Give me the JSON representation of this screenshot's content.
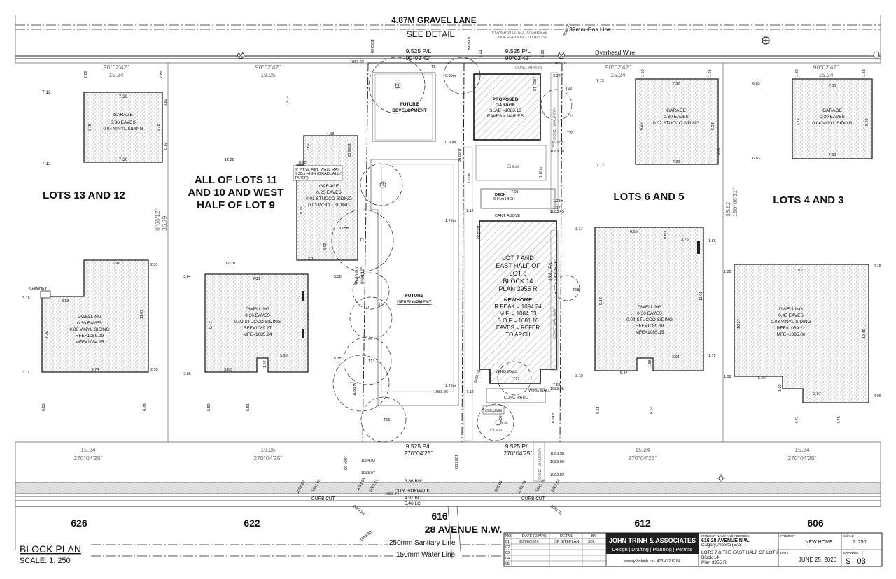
{
  "top": {
    "lane": "4.87M GRAVEL LANE",
    "see_detail": "SEE DETAIL",
    "gas_line": "32mm Gas Line",
    "overhead_wire": "Overhead Wire",
    "power_note_1": "POWER WILL GO TO GARAGE",
    "power_note_2": "UNDERGROUND TO HOUSE",
    "pl_top_left": "9.525 P/L",
    "pl_top_left_angle": "90°02'42\"",
    "pl_top_right": "9.525 P/L",
    "pl_top_right_angle": "90°02'42\"",
    "conc_apron": "CONC. APRON",
    "spot_1": "1082.89",
    "spot_2": "1082.84",
    "spot_3": "1082.71",
    "spot_4": "1083.02",
    "spot_5": "1085.02",
    "dim_121": "1.21",
    "dim_122": "1.22"
  },
  "lots": {
    "lots_13_12": "LOTS 13 AND 12",
    "lots_11_10_l1": "ALL OF LOTS 11",
    "lots_11_10_l2": "AND 10 AND WEST",
    "lots_11_10_l3": "HALF OF LOT 9",
    "lots_6_5": "LOTS 6 AND 5",
    "lots_4_3": "LOTS 4 AND 3"
  },
  "frontages": {
    "f1_len": "15.24",
    "f1_ang": "90°02'42\"",
    "f2_len": "19.05",
    "f2_ang": "90°02'42\"",
    "f3_len": "15.24",
    "f3_ang": "90°02'42\"",
    "f4_len": "15.24",
    "f4_ang": "90°02'42\"",
    "b1_len": "15.24",
    "b1_ang": "270°04'25\"",
    "b2_len": "19.05",
    "b2_ang": "270°04'25\"",
    "b3_len": "15.24",
    "b3_ang": "270°04'25\"",
    "b4_len": "15.24",
    "b4_ang": "270°04'25\"",
    "side_left_ang": "0°06'12\"",
    "side_left_len": "36.79",
    "side_right_len": "36.82",
    "side_right_ang": "180°06'31\""
  },
  "buildings": {
    "garage_1": {
      "title": "GARAGE",
      "l1": "0.30 EAVES",
      "l2": "0.04 VINYL SIDING",
      "w": "7.30",
      "w2": "7.30",
      "d1": "2.89",
      "d2": "2.89",
      "side1": "7.12",
      "side2": "7.12",
      "h1": "6.78",
      "h2": "5.78",
      "x1": "0.82",
      "x2": "0.82"
    },
    "garage_2": {
      "title": "GARAGE",
      "l1": "0.25 EAVES",
      "l2": "0.01 STUCCO SIDING",
      "l3": "0.03 WOOD SIDING",
      "w": "4.98",
      "h": "9.99",
      "d1": "2.62",
      "d2": "0.90",
      "d3": "3.09",
      "d4": "3.11",
      "d5": "6.72",
      "d6": "12.28"
    },
    "dwelling_1": {
      "title": "DWELLING",
      "l1": "0.30 EAVES",
      "l2": "0.08 VINYL SIDING",
      "l3": "RFE=1089.09",
      "l4": "MFE=1084.95",
      "w": "9.74",
      "w2": "5.91",
      "chimney": "CHIMNEY",
      "c1": "3.83",
      "c2": "3.16",
      "c3": "3.11",
      "c4": "2.31",
      "c5": "2.39",
      "h1": "7.30",
      "h2": "11.01",
      "s1": "6.85",
      "s2": "6.78"
    },
    "dwelling_2": {
      "title": "DWELLING",
      "l1": "0.30 EAVES",
      "l2": "0.02 STUCCO SIDING",
      "l3": "RFE=1089.27",
      "l4": "MFE=1085.84",
      "w": "9.83",
      "w2": "5.95",
      "d1": "3.84",
      "d2": "3.86",
      "d3": "3.68",
      "d4": "1.92",
      "h1": "9.47",
      "h2": "7.65",
      "s1": "5.80",
      "s2": "5.81",
      "t1": "12.20"
    },
    "garage_3": {
      "title": "GARAGE",
      "l1": "0.30 EAVES",
      "l2": "0.02 STUCCO SIDING",
      "w": "7.32",
      "w2": "7.32",
      "d1": "1.60",
      "d2": "1.61",
      "s1": "7.13",
      "s2": "7.13",
      "h1": "6.22",
      "h2": "6.23",
      "x1": "0.79"
    },
    "dwelling_3": {
      "title": "DWELLING",
      "l1": "0.30 EAVES",
      "l2": "0.02 STUCCO SIDING",
      "l3": "RFE=1089.69",
      "l4": "MFE=1085.15",
      "w1": "6.55",
      "w2": "3.76",
      "w3": "3.04",
      "w4": "5.37",
      "d1": "3.17",
      "d2": "3.10",
      "d3": "1.66",
      "d4": "1.72",
      "h1": "9.18",
      "h2": "11.91",
      "h3": "1.68",
      "s1": "6.64",
      "s2": "6.62",
      "x1": "0.60"
    },
    "garage_4": {
      "title": "GARAGE",
      "l1": "0.30 EAVES",
      "l2": "0.04 VINYL SIDING",
      "w": "7.30",
      "w2": "7.30",
      "d1": "1.82",
      "d2": "1.83",
      "s1": "6.83",
      "s2": "6.83",
      "h1": "7.79",
      "h2": "5.29"
    },
    "dwelling_4": {
      "title": "DWELLING",
      "l1": "0.45 EAVES",
      "l2": "0.08 VINYL SIDING",
      "l3": "RFE=1089.22",
      "l4": "MFE=1085.06",
      "w1": "9.77",
      "w2": "5.80",
      "w3": "3.97",
      "d1": "1.29",
      "d2": "4.18",
      "d3": "1.39",
      "d4": "4.06",
      "h1": "10.97",
      "h2": "12.49",
      "h3": "1.02",
      "s1": "4.71",
      "s2": "4.75"
    }
  },
  "subject": {
    "garage_title": "PROPOSED",
    "garage_title2": "GARAGE",
    "garage_slab": "SLAB =1083.13",
    "garage_eaves": "EAVES = VARIES",
    "future_dev_1": "FUTURE",
    "future_dev_2": "DEVELOPMENT",
    "future_dev_3": "FUTURE",
    "future_dev_4": "DEVELOPMENT",
    "lot_l1": "LOT 7 AND",
    "lot_l2": "EAST HALF OF",
    "lot_l3": "LOT 8",
    "lot_l4": "BLOCK 14",
    "lot_l5": "PLAN 3955 R",
    "new_home": "NEWHOME",
    "r_peak": "R PEAK = 1094.24",
    "mf": "M.F. = 1084.63",
    "bof": "B.O.F = 1081.10",
    "eaves_1": "EAVES = REFER",
    "eaves_2": "TO ARCH",
    "grass_1": "Grass",
    "grass_2": "Grass",
    "deck": "DECK",
    "deck_high": "0.91m HIGH",
    "deck_w": "7.01",
    "cant_above": "CANT. ABOVE",
    "conc_patio": "CONC. PATIO",
    "wing_wall": "WING WALL",
    "wing_wall_2": "WING WALL",
    "column": "COLUMN",
    "conc_walkway_1": "CONC. WALKWAY",
    "conc_walkway_2": "CONC. WALKWAY",
    "conc_walkway_3": "CONC. WALKWAY",
    "ret_wall_1": "6\" P.T.W. RET. WALL MAX",
    "ret_wall_2": "0.30m HIGH (GRADUALLY",
    "ret_wall_3": "TAPER)",
    "side_a": "36.80 P/L",
    "side_a_ang": "0°06'19\"",
    "side_b": "36.81 P/L",
    "side_b_ang": "180°06'25\"",
    "d_090a": "0.90m",
    "d_090b": "0.90m",
    "d_222a": "2.22m",
    "d_222b": "2.22m",
    "d_128a": "1.28m",
    "d_128b": "1.28m",
    "d_128c": "1.28m",
    "d_117": "1.17",
    "d_112": "1.12",
    "d_136": "1.36m",
    "d_767": "7.67m",
    "d_700": "7.00m",
    "d_712": "7.12",
    "d_793": "7.93",
    "d_538a": "5.38",
    "d_538b": "5.38",
    "d_303": "3.05m",
    "d_439": "4.39",
    "d_633": "6.34m",
    "s_1083_13": "1083.13",
    "s_1083_08": "1083.08",
    "s_1083_18": "1083.18",
    "s_1083_45": "1083.45",
    "s_1083_59": "1083.59",
    "s_1083_95": "1083.95",
    "s_1083_97": "1083.97",
    "s_1084_05": "1084.05",
    "s_1083_96": "1083.96",
    "s_1083_98": "1083.98",
    "trees": [
      "T1",
      "T2",
      "T3",
      "T6",
      "T11",
      "T12",
      "T13",
      "T14",
      "T15",
      "T16",
      "T17",
      "T18",
      "T20",
      "T21",
      "T22"
    ]
  },
  "front": {
    "pl_bottom_left": "9.525 P/L",
    "pl_bottom_left_ang": "270°04'25\"",
    "pl_bottom_right": "9.525 P/L",
    "pl_bottom_right_ang": "270°04'25\"",
    "bw": "3.86 BW",
    "city_sidewalk": "CITY SIDEWALK",
    "curb_cut_1": "CURB CUT",
    "curb_cut_2": "CURB CUT",
    "bc": "4.97 BC",
    "lc": "5.46 LC",
    "conc_walkway": "CONC. WALKWAY",
    "s1": "1084.03",
    "s2": "1084.03",
    "s3": "1083.97",
    "s4": "1084.00",
    "s5": "1083.98",
    "s6": "1083.99",
    "s7": "1083.89",
    "s8": "1083.93",
    "s9": "1083.86",
    "s10": "1083.88",
    "s11": "1083.91",
    "s12": "1083.85",
    "s13": "1083.78",
    "s14": "1083.79",
    "s15": "1083.84",
    "s16": "1083.84",
    "s17": "1083.76",
    "s18": "1083.99",
    "s19": "1083.84"
  },
  "street": {
    "name": "28 AVENUE N.W.",
    "house_626": "626",
    "house_622": "622",
    "house_616": "616",
    "house_612": "612",
    "house_606": "606",
    "sanitary": "250mm Sanitary Line",
    "water": "150mm Water Line"
  },
  "title_block": {
    "plan_title": "BLOCK PLAN",
    "scale": "SCALE:  1: 250",
    "col_no": "NO.",
    "col_date": "DATE (D/M/Y)",
    "col_detail": "DETAIL",
    "col_by": "BY",
    "row1_no": "01",
    "row1_date": "25/06/2026",
    "row1_detail": "SP SITEPLAN",
    "row1_by": "S.K.",
    "row2_no": "02",
    "row3_no": "03",
    "row4_no": "04",
    "row5_no": "05",
    "firm": "JOHN TRINH  & ASSOCIATES",
    "firm_services": "Design | Drafting | Planning | Permits",
    "firm_contact": "www.johntrinh.ca  -  403.472.8184",
    "project_label": "PROJECT NAME AND ADDRESS:",
    "address_1": "616  28  AVENUE  N.W.",
    "address_2": "Calgary, Alberta (EAST)",
    "legal_1": "LOTS 7 & THE EAST HALF OF LOT 8",
    "legal_2": "Block 14",
    "legal_3": "Plan 3955 R",
    "project_hdr": "PROJECT",
    "project_name": "NEW HOME",
    "scale_hdr": "SCALE",
    "scale_val": "1: 250",
    "date_hdr": "DATE",
    "date_val": "JUNE 25, 2026",
    "drawing_hdr": "DRAWING",
    "drawing_val": "S   03"
  }
}
